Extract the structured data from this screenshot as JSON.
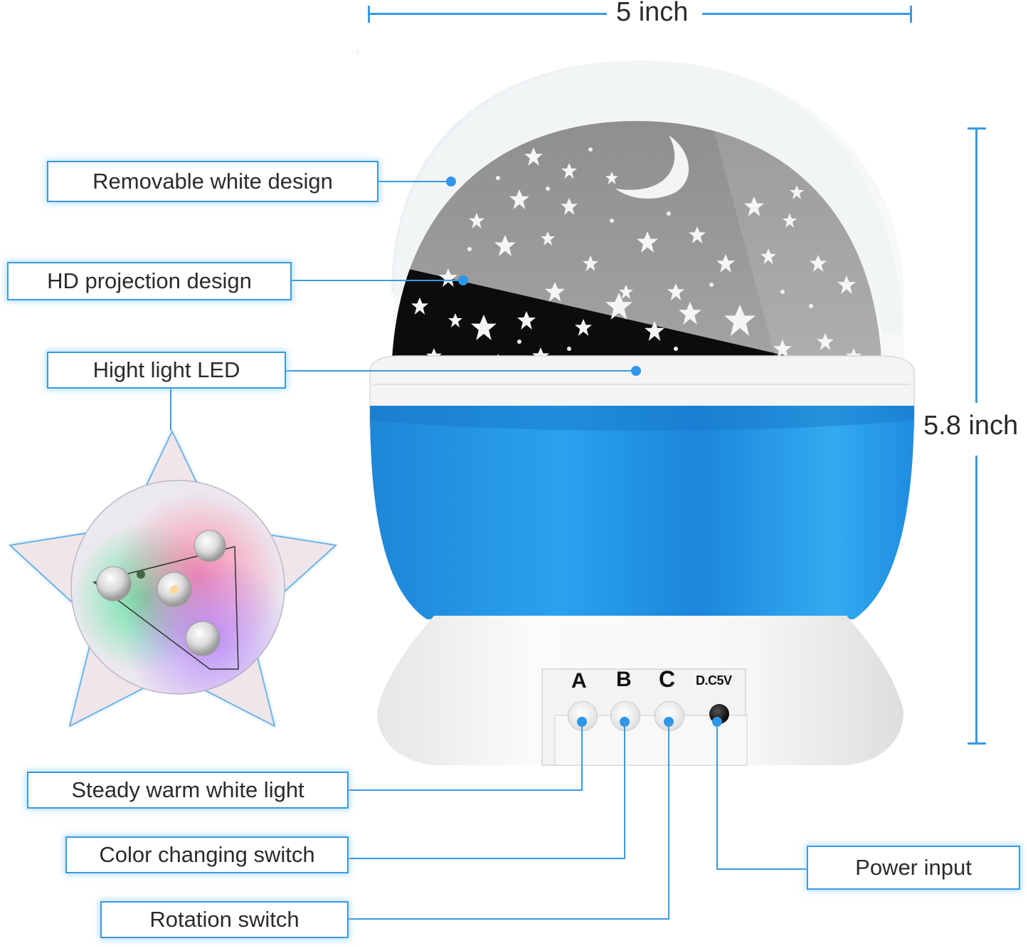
{
  "dimensions": {
    "width_label": "5 inch",
    "height_label": "5.8 inch",
    "line_color": "#3a9ae0"
  },
  "callouts": [
    {
      "id": "removable-white-design",
      "label": "Removable white design"
    },
    {
      "id": "hd-projection-design",
      "label": "HD projection design"
    },
    {
      "id": "high-light-led",
      "label": "Hight light LED"
    },
    {
      "id": "steady-warm-white-light",
      "label": "Steady warm white light"
    },
    {
      "id": "color-changing-switch",
      "label": "Color changing switch"
    },
    {
      "id": "rotation-switch",
      "label": "Rotation switch"
    },
    {
      "id": "power-input",
      "label": "Power input"
    }
  ],
  "control_panel": {
    "buttons": [
      {
        "key": "A",
        "function": "Steady warm white light"
      },
      {
        "key": "B",
        "function": "Color changing switch"
      },
      {
        "key": "C",
        "function": "Rotation switch"
      }
    ],
    "power_label": "D.C5V"
  },
  "product": {
    "body_color": "#1e8fe0",
    "shell_color": "#f2f2f2",
    "dome_pattern": "stars-and-moon"
  },
  "colors": {
    "accent": "#3a9ae0",
    "dot": "#2f96ea",
    "text": "#2b2b2b"
  }
}
